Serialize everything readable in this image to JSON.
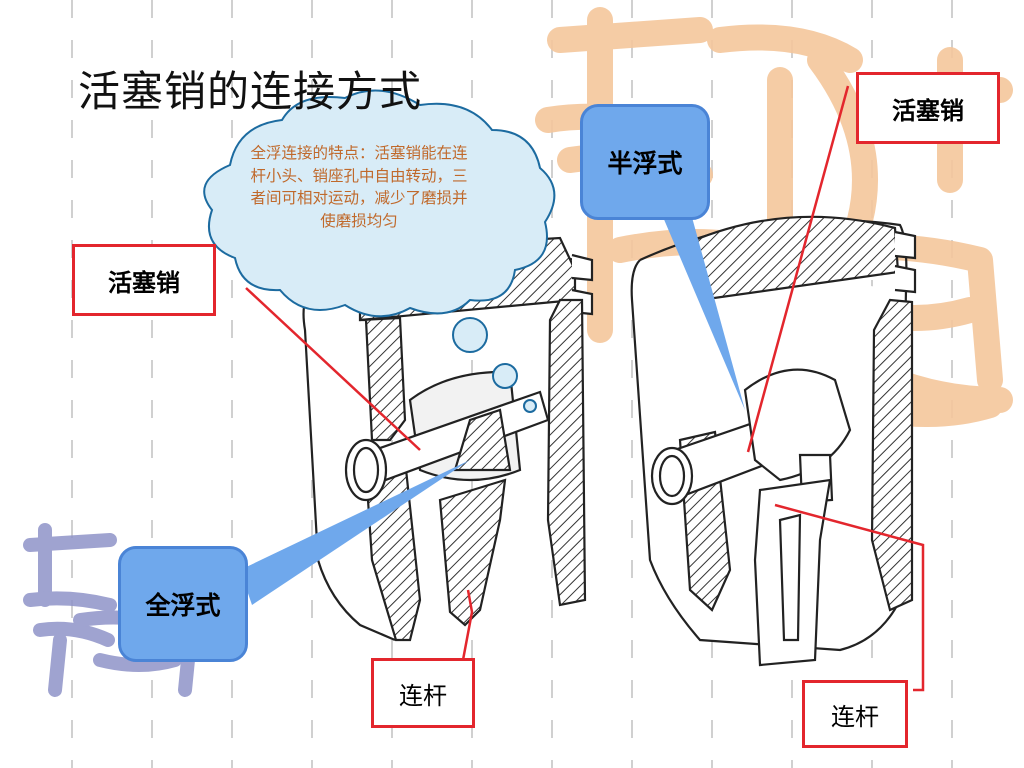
{
  "slide": {
    "title": "活塞销的连接方式"
  },
  "cloud": {
    "text": "全浮连接的特点：活塞销能在连杆小头、销座孔中自由转动，三者间可相对运动，减少了磨损并使磨损均匀"
  },
  "labels": {
    "pin_left": "活塞销",
    "pin_right": "活塞销",
    "rod_left": "连杆",
    "rod_right": "连杆"
  },
  "callouts": {
    "full_floating": "全浮式",
    "semi_floating": "半浮式"
  },
  "colors": {
    "label_border": "#e3262d",
    "callout_fill": "#6fa8ec",
    "cloud_fill": "#d8ecf7",
    "cloud_text": "#c0692b",
    "watermark_orange": "#f5c79c",
    "watermark_blue": "#8f93c8"
  }
}
